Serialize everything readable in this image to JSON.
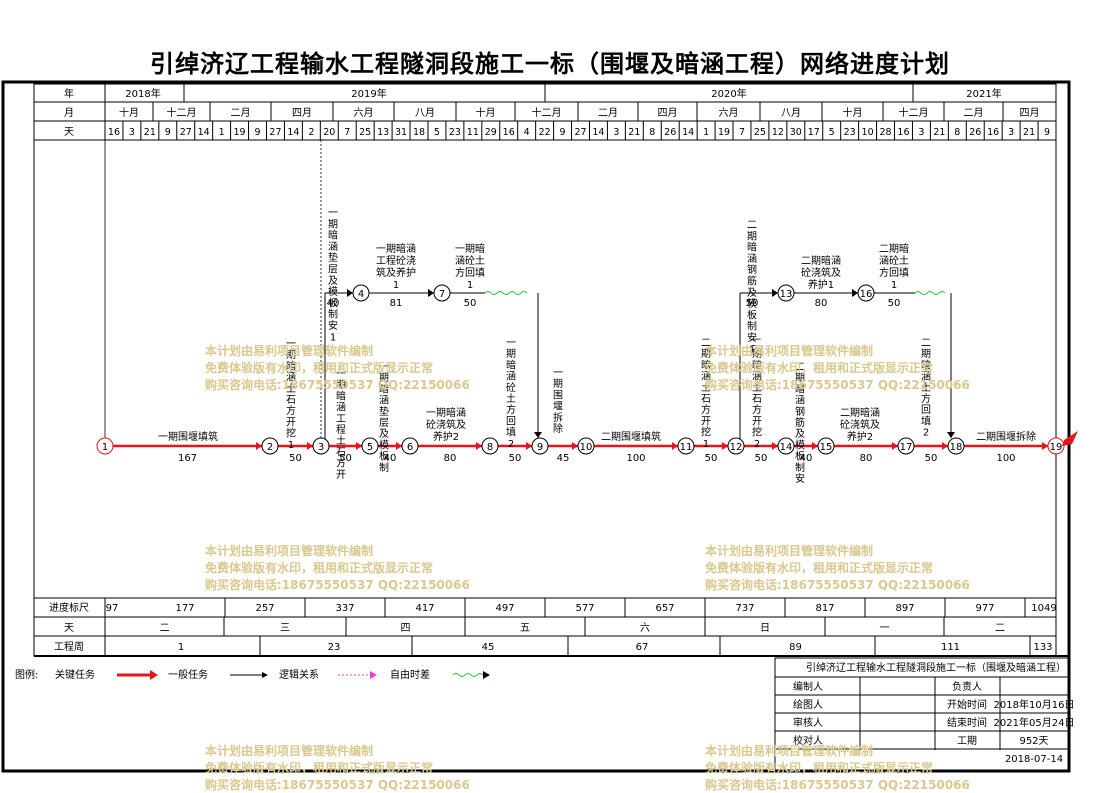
{
  "title": "引绰济辽工程输水工程隧洞段施工一标（围堰及暗涵工程）网络进度计划",
  "header_labels": {
    "year": "年",
    "month": "月",
    "day": "天"
  },
  "years": [
    "2018年",
    "2019年",
    "2020年",
    "2021年"
  ],
  "months": [
    "十月",
    "十二月",
    "二月",
    "四月",
    "六月",
    "八月",
    "十月",
    "十二月",
    "二月",
    "四月",
    "六月",
    "八月",
    "十月",
    "十二月",
    "二月",
    "四月"
  ],
  "days": [
    "16",
    "3",
    "21",
    "9",
    "27",
    "14",
    "1",
    "19",
    "9",
    "27",
    "14",
    "2",
    "20",
    "7",
    "25",
    "13",
    "31",
    "18",
    "5",
    "23",
    "11",
    "29",
    "16",
    "4",
    "22",
    "9",
    "27",
    "14",
    "3",
    "21",
    "8",
    "26",
    "14",
    "1",
    "19",
    "7",
    "25",
    "12",
    "30",
    "17",
    "5",
    "23",
    "10",
    "28",
    "16",
    "3",
    "21",
    "8",
    "26",
    "16",
    "3",
    "21",
    "9"
  ],
  "bottom_labels": {
    "scale": "进度标尺",
    "day": "天",
    "week": "工程周"
  },
  "scale_ticks": [
    "97",
    "177",
    "257",
    "337",
    "417",
    "497",
    "577",
    "657",
    "737",
    "817",
    "897",
    "977",
    "1049"
  ],
  "weekdays": [
    "二",
    "三",
    "四",
    "五",
    "六",
    "日",
    "一",
    "二"
  ],
  "week_numbers": [
    "1",
    "23",
    "45",
    "67",
    "89",
    "111",
    "133"
  ],
  "legend": {
    "label": "图例:",
    "critical": "关键任务",
    "normal": "一般任务",
    "logic": "逻辑关系",
    "float": "自由时差"
  },
  "info": {
    "project": "引绰济辽工程输水工程隧洞段施工一标（围堰及暗涵工程）",
    "labels": [
      "编制人",
      "负责人",
      "绘图人",
      "开始时间",
      "审核人",
      "结束时间",
      "校对人",
      "工期"
    ],
    "start_date": "2018年10月16日",
    "end_date": "2021年05月24日",
    "duration": "952天",
    "print_date": "2018-07-14"
  },
  "watermark": {
    "line1": "本计划由易利项目管理软件编制",
    "line2": "免费体验版有水印，租用和正式版显示正常",
    "line3": "购买咨询电话:18675550537 QQ:22150066"
  },
  "nodes": [
    "1",
    "2",
    "3",
    "4",
    "5",
    "6",
    "7",
    "8",
    "9",
    "10",
    "11",
    "12",
    "13",
    "14",
    "15",
    "16",
    "17",
    "18",
    "19"
  ],
  "tasks": [
    {
      "name": "一期围堰填筑",
      "duration": "167"
    },
    {
      "name": "一期暗涵土石方开挖1",
      "duration": "50"
    },
    {
      "name": "一期暗涵工程土石方开挖2",
      "duration": "50"
    },
    {
      "name": "一期暗涵垫层及钢筋及模板制安1",
      "duration": "40"
    },
    {
      "name": "一期暗涵垫层及模板制安2",
      "duration": "40"
    },
    {
      "name": "一期暗涵工程砼浇筑及养护1",
      "duration": "81"
    },
    {
      "name": "一期暗涵砼浇筑及养护2",
      "duration": "80"
    },
    {
      "name": "一期暗涵砼土方回填1",
      "duration": "50"
    },
    {
      "name": "一期暗涵砼土方回填2",
      "duration": "50"
    },
    {
      "name": "一期围堰拆除",
      "duration": "45"
    },
    {
      "name": "二期围堰填筑",
      "duration": "100"
    },
    {
      "name": "二期暗涵土石方开挖1",
      "duration": "50"
    },
    {
      "name": "二期暗涵土石方开挖2",
      "duration": "50"
    },
    {
      "name": "二期暗涵钢筋及模板制安1",
      "duration": "50"
    },
    {
      "name": "二期暗涵钢筋及模板制安2",
      "duration": "40"
    },
    {
      "name": "二期暗涵砼浇筑及养护1",
      "duration": "80"
    },
    {
      "name": "二期暗涵砼浇筑及养护2",
      "duration": "80"
    },
    {
      "name": "二期暗涵砼土方回填1",
      "duration": "50"
    },
    {
      "name": "二期暗涵土方回填2",
      "duration": "50"
    },
    {
      "name": "二期围堰拆除",
      "duration": "100"
    }
  ],
  "colors": {
    "critical": "#e8141c",
    "logic": "#000000",
    "float": "#29c24a",
    "watermark": "#d9c98f"
  }
}
